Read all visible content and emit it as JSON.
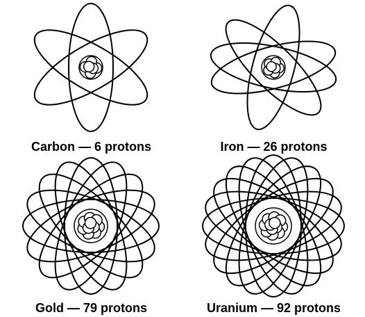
{
  "atoms": [
    {
      "caption": "Carbon — 6 protons"
    },
    {
      "caption": "Iron — 26 protons"
    },
    {
      "caption": "Gold — 79 protons"
    },
    {
      "caption": "Uranium — 92 protons"
    }
  ],
  "colors": {
    "line": "#000000",
    "background": "#ffffff"
  }
}
